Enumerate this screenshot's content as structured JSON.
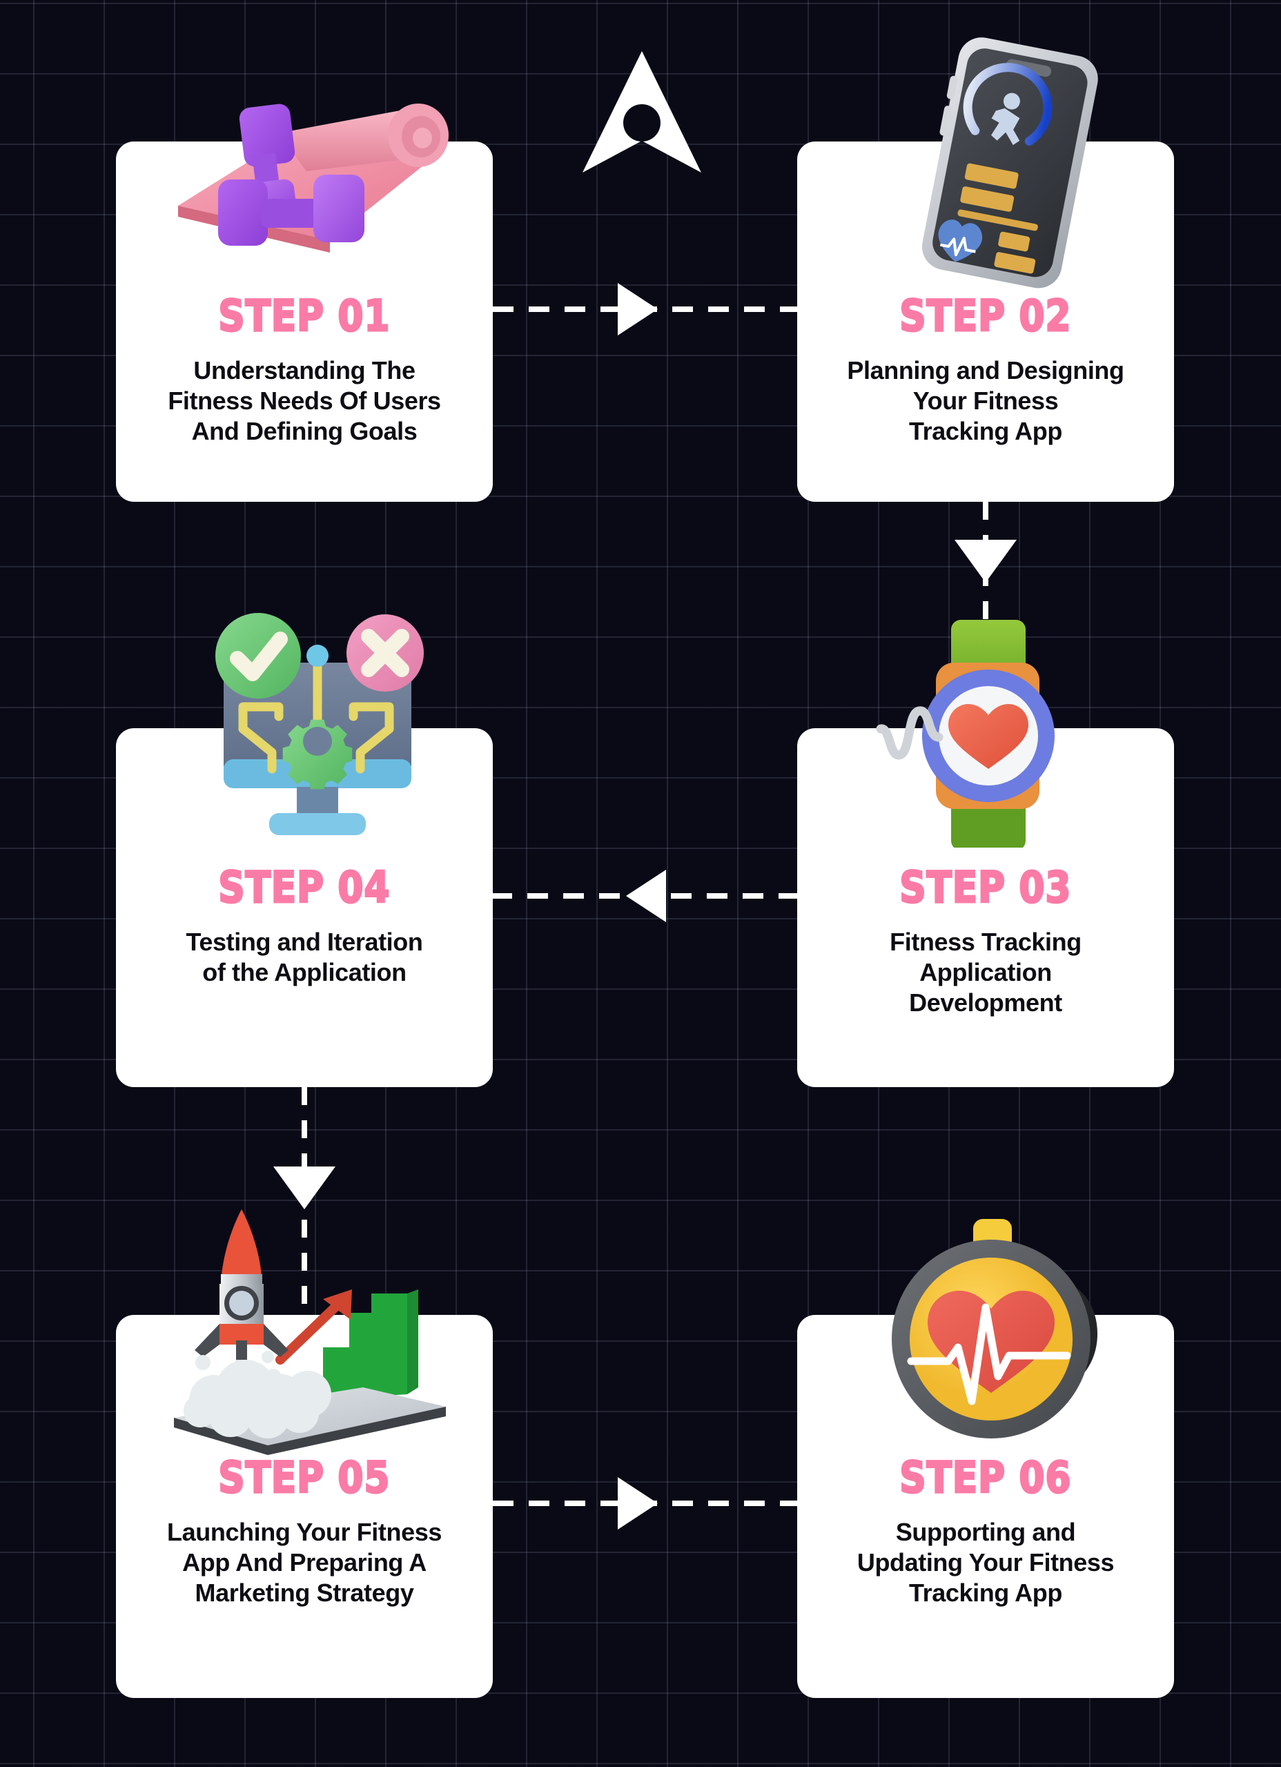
{
  "theme": {
    "background": "#0a0a16",
    "grid_line": "#2a2e45",
    "card_background": "#ffffff",
    "step_label_color": "#fb7ba7",
    "description_color": "#0d0d13",
    "connector_color": "#ffffff"
  },
  "decorations": {
    "compass_icon": "navigation-arrow-icon"
  },
  "steps": [
    {
      "id": "step-01",
      "label": "STEP 01",
      "description": "Understanding The Fitness Needs Of Users And Defining Goals",
      "description_lines": [
        "Understanding The",
        "Fitness Needs Of Users",
        "And Defining Goals"
      ],
      "icon": "yoga-mat-dumbbells-icon",
      "position": "top-left"
    },
    {
      "id": "step-02",
      "label": "STEP 02",
      "description": "Planning and Designing Your Fitness Tracking App",
      "description_lines": [
        "Planning and Designing",
        "Your Fitness",
        "Tracking App"
      ],
      "icon": "fitness-app-phone-icon",
      "position": "top-right"
    },
    {
      "id": "step-03",
      "label": "STEP 03",
      "description": "Fitness Tracking Application Development",
      "description_lines": [
        "Fitness Tracking",
        "Application",
        "Development"
      ],
      "icon": "smartwatch-heartbeat-icon",
      "position": "middle-right"
    },
    {
      "id": "step-04",
      "label": "STEP 04",
      "description": "Testing and Iteration of the Application",
      "description_lines": [
        "Testing and Iteration",
        "of the Application"
      ],
      "icon": "testing-monitor-icon",
      "position": "middle-left"
    },
    {
      "id": "step-05",
      "label": "STEP 05",
      "description": "Launching Your Fitness App And Preparing A Marketing Strategy",
      "description_lines": [
        "Launching Your Fitness",
        "App And Preparing A",
        "Marketing Strategy"
      ],
      "icon": "rocket-launch-phone-icon",
      "position": "bottom-left"
    },
    {
      "id": "step-06",
      "label": "STEP 06",
      "description": "Supporting and Updating Your Fitness Tracking App",
      "description_lines": [
        "Supporting and",
        "Updating Your Fitness",
        "Tracking App"
      ],
      "icon": "stopwatch-heart-icon",
      "position": "bottom-right"
    }
  ],
  "connectors": [
    {
      "id": "connector-1-2",
      "from": "step-01",
      "to": "step-02",
      "direction": "right"
    },
    {
      "id": "connector-2-3",
      "from": "step-02",
      "to": "step-03",
      "direction": "down"
    },
    {
      "id": "connector-3-4",
      "from": "step-03",
      "to": "step-04",
      "direction": "left"
    },
    {
      "id": "connector-4-5",
      "from": "step-04",
      "to": "step-05",
      "direction": "down"
    },
    {
      "id": "connector-5-6",
      "from": "step-05",
      "to": "step-06",
      "direction": "right"
    }
  ]
}
